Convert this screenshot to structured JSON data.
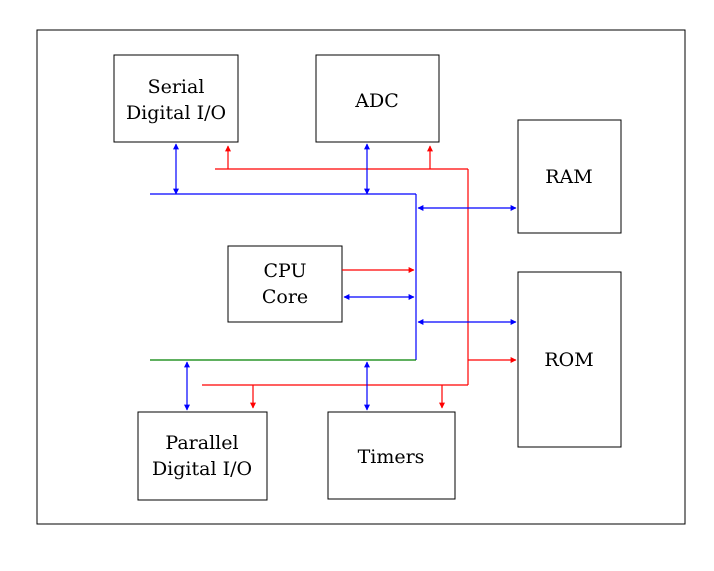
{
  "colors": {
    "address_bus": "#0000ff",
    "control_bus": "#ff0000",
    "data_bus": "#008000",
    "outline": "#000000"
  },
  "blocks": {
    "serial_io": {
      "line1": "Serial",
      "line2": "Digital I/O"
    },
    "adc": {
      "label": "ADC"
    },
    "ram": {
      "label": "RAM"
    },
    "cpu": {
      "line1": "CPU",
      "line2": "Core"
    },
    "rom": {
      "label": "ROM"
    },
    "parallel_io": {
      "line1": "Parallel",
      "line2": "Digital I/O"
    },
    "timers": {
      "label": "Timers"
    }
  }
}
